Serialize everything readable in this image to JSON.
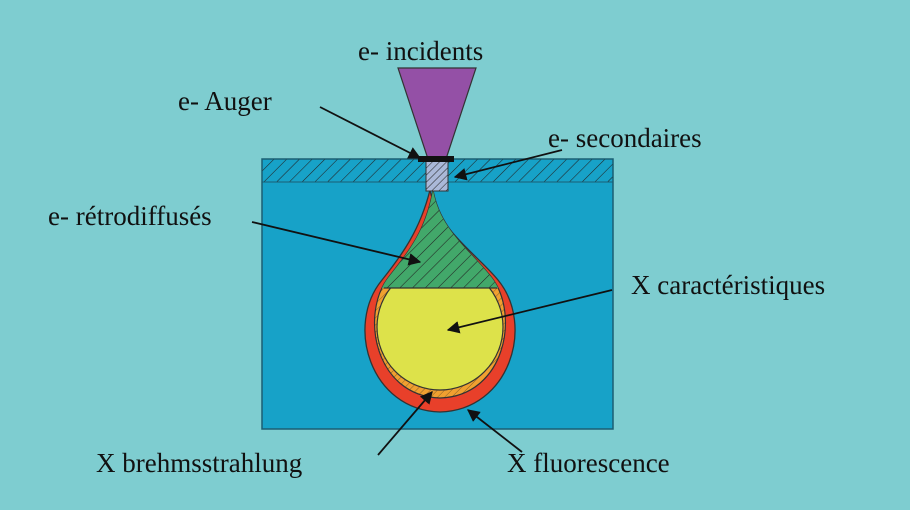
{
  "labels": {
    "incident": "e- incidents",
    "auger": "e- Auger",
    "secondary": "e- secondaires",
    "backscattered": "e- rétrodiffusés",
    "characteristic": "X caractéristiques",
    "bremsstrahlung": "X brehmsstrahlung",
    "fluorescence": "X fluorescence"
  },
  "colors": {
    "background": "#7ecdd0",
    "sample": "#17a2c8",
    "beam": "#9450a6",
    "backscatter_zone": "#42a86a",
    "characteristic_zone": "#dde24a",
    "bremsstrahlung_zone": "#f0a030",
    "fluorescence_zone": "#e8402a"
  }
}
